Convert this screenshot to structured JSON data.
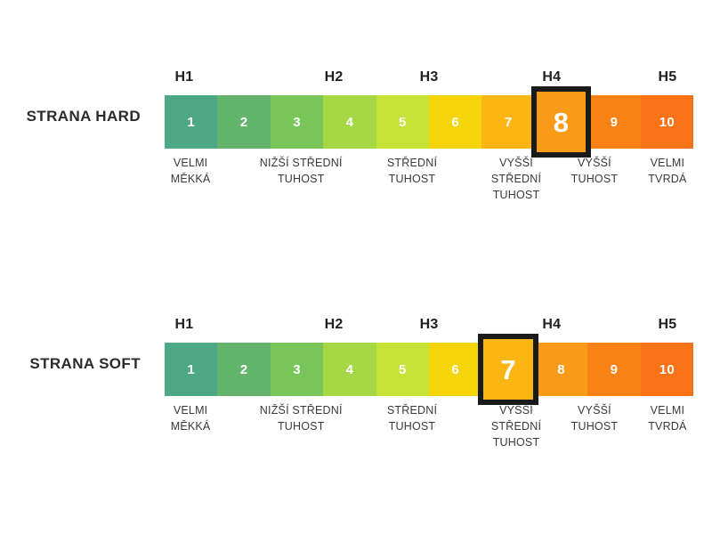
{
  "page": {
    "background": "#ffffff",
    "text_color": "#2b2b2b"
  },
  "palette": {
    "1": "#4da886",
    "2": "#62b46d",
    "3": "#78c55a",
    "4": "#a5d844",
    "5": "#c7e236",
    "6": "#f5d50a",
    "7": "#fbb615",
    "8": "#f99b17",
    "9": "#f98217",
    "10": "#f97316",
    "highlight_border": "#1a1a1a",
    "number_color": "#ffffff"
  },
  "scales": [
    {
      "id": "hard",
      "side_label": "STRANA HARD",
      "tiers": [
        {
          "label": "H1",
          "center_pct": 3.7
        },
        {
          "label": "H2",
          "center_pct": 32.0
        },
        {
          "label": "H3",
          "center_pct": 50.0
        },
        {
          "label": "H4",
          "center_pct": 73.2
        },
        {
          "label": "H5",
          "center_pct": 95.1
        }
      ],
      "segments": [
        {
          "value": "1",
          "color": "#4da886",
          "highlighted": false
        },
        {
          "value": "2",
          "color": "#62b46d",
          "highlighted": false
        },
        {
          "value": "3",
          "color": "#78c55a",
          "highlighted": false
        },
        {
          "value": "4",
          "color": "#a5d844",
          "highlighted": false
        },
        {
          "value": "5",
          "color": "#c7e236",
          "highlighted": false
        },
        {
          "value": "6",
          "color": "#f5d50a",
          "highlighted": false
        },
        {
          "value": "7",
          "color": "#fbb615",
          "highlighted": false
        },
        {
          "value": "8",
          "color": "#f99b17",
          "highlighted": true
        },
        {
          "value": "9",
          "color": "#f98217",
          "highlighted": false
        },
        {
          "value": "10",
          "color": "#f97316",
          "highlighted": false
        }
      ],
      "selected_value": "8",
      "captions": [
        {
          "text": "VELMI\nMĚKKÁ",
          "center_pct": 4.9
        },
        {
          "text": "NIŽŠÍ STŘEDNÍ\nTUHOST",
          "center_pct": 25.8
        },
        {
          "text": "STŘEDNÍ\nTUHOST",
          "center_pct": 46.8
        },
        {
          "text": "VYŠŠÍ\nSTŘEDNÍ\nTUHOST",
          "center_pct": 66.5
        },
        {
          "text": "VYŠŠÍ\nTUHOST",
          "center_pct": 81.3
        },
        {
          "text": "VELMI\nTVRDÁ",
          "center_pct": 95.1
        }
      ]
    },
    {
      "id": "soft",
      "side_label": "STRANA SOFT",
      "tiers": [
        {
          "label": "H1",
          "center_pct": 3.7
        },
        {
          "label": "H2",
          "center_pct": 32.0
        },
        {
          "label": "H3",
          "center_pct": 50.0
        },
        {
          "label": "H4",
          "center_pct": 73.2
        },
        {
          "label": "H5",
          "center_pct": 95.1
        }
      ],
      "segments": [
        {
          "value": "1",
          "color": "#4da886",
          "highlighted": false
        },
        {
          "value": "2",
          "color": "#62b46d",
          "highlighted": false
        },
        {
          "value": "3",
          "color": "#78c55a",
          "highlighted": false
        },
        {
          "value": "4",
          "color": "#a5d844",
          "highlighted": false
        },
        {
          "value": "5",
          "color": "#c7e236",
          "highlighted": false
        },
        {
          "value": "6",
          "color": "#f5d50a",
          "highlighted": false
        },
        {
          "value": "7",
          "color": "#fbb615",
          "highlighted": true
        },
        {
          "value": "8",
          "color": "#f99b17",
          "highlighted": false
        },
        {
          "value": "9",
          "color": "#f98217",
          "highlighted": false
        },
        {
          "value": "10",
          "color": "#f97316",
          "highlighted": false
        }
      ],
      "selected_value": "7",
      "captions": [
        {
          "text": "VELMI\nMĚKKÁ",
          "center_pct": 4.9
        },
        {
          "text": "NIŽŠÍ STŘEDNÍ\nTUHOST",
          "center_pct": 25.8
        },
        {
          "text": "STŘEDNÍ\nTUHOST",
          "center_pct": 46.8
        },
        {
          "text": "VYŠŠÍ\nSTŘEDNÍ\nTUHOST",
          "center_pct": 66.5
        },
        {
          "text": "VYŠŠÍ\nTUHOST",
          "center_pct": 81.3
        },
        {
          "text": "VELMI\nTVRDÁ",
          "center_pct": 95.1
        }
      ]
    }
  ]
}
